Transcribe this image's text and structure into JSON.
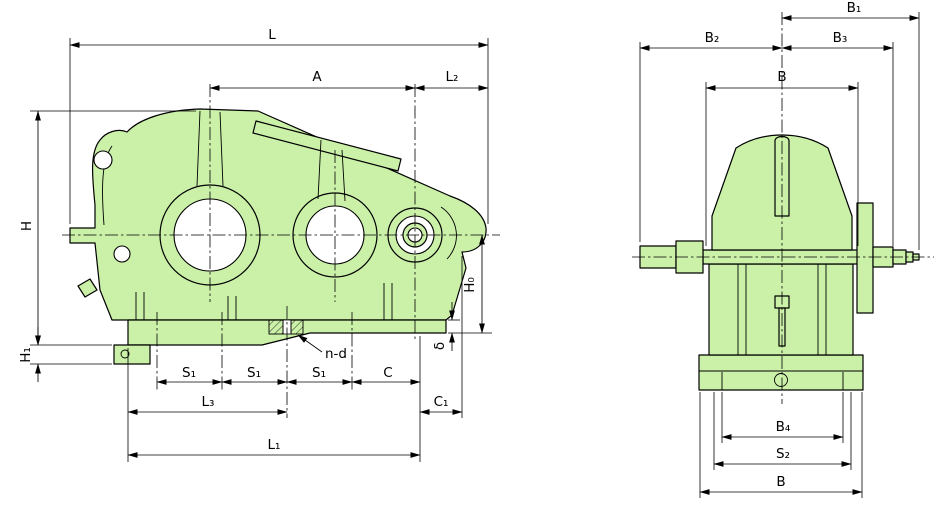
{
  "colors": {
    "body_fill": "#cbf1a9",
    "line": "#000000",
    "background": "#ffffff"
  },
  "front_view": {
    "labels": {
      "L": "L",
      "A": "A",
      "L2": "L₂",
      "H": "H",
      "H1": "H₁",
      "H0": "H₀",
      "delta": "δ",
      "S1_1": "S₁",
      "S1_2": "S₁",
      "S1_3": "S₁",
      "C": "C",
      "L3": "L₃",
      "C1": "C₁",
      "L1": "L₁",
      "n_d": "n-d"
    }
  },
  "side_view": {
    "labels": {
      "B1": "B₁",
      "B2": "B₂",
      "B3": "B₃",
      "B_top": "B",
      "B4": "B₄",
      "S2": "S₂",
      "B_bottom": "B"
    }
  }
}
